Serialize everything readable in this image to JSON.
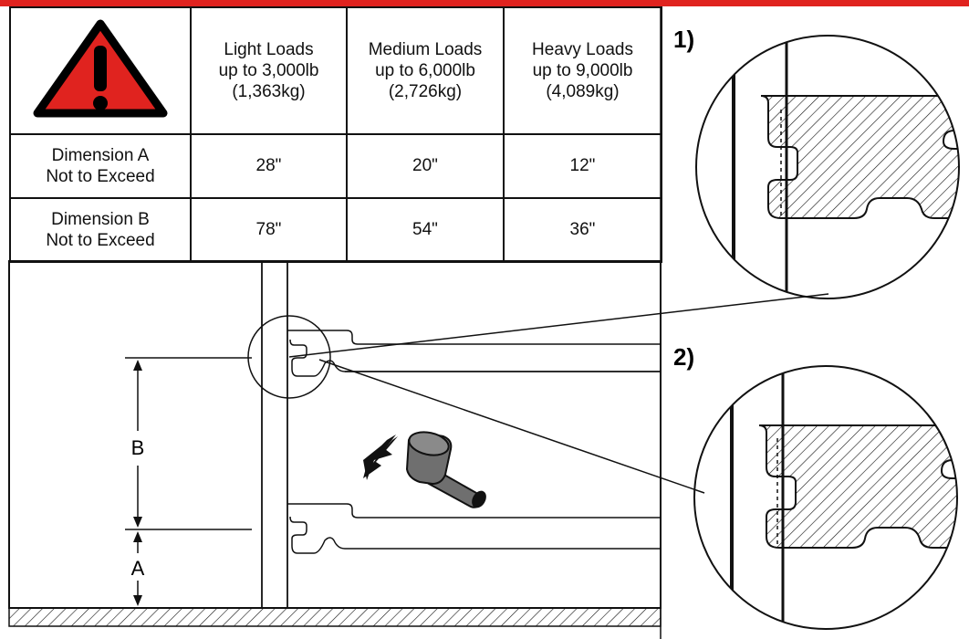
{
  "colors": {
    "warning_red": "#e0231f",
    "hammer_gray": "#6f6f6f",
    "line": "#111111"
  },
  "table": {
    "columns": [
      {
        "line1": "Light Loads",
        "line2": "up to 3,000lb",
        "line3": "(1,363kg)"
      },
      {
        "line1": "Medium Loads",
        "line2": "up to 6,000lb",
        "line3": "(2,726kg)"
      },
      {
        "line1": "Heavy Loads",
        "line2": "up to 9,000lb",
        "line3": "(4,089kg)"
      }
    ],
    "rows": [
      {
        "line1": "Dimension A",
        "line2": "Not to Exceed",
        "values": [
          "28\"",
          "20\"",
          "12\""
        ]
      },
      {
        "line1": "Dimension B",
        "line2": "Not to Exceed",
        "values": [
          "78\"",
          "54\"",
          "36\""
        ]
      }
    ]
  },
  "diagram": {
    "dim_b_label": "B",
    "dim_a_label": "A",
    "step1_label": "1)",
    "step2_label": "2)",
    "icons": [
      "warning-icon",
      "hammer-icon",
      "arrow-down-left-icon"
    ]
  }
}
